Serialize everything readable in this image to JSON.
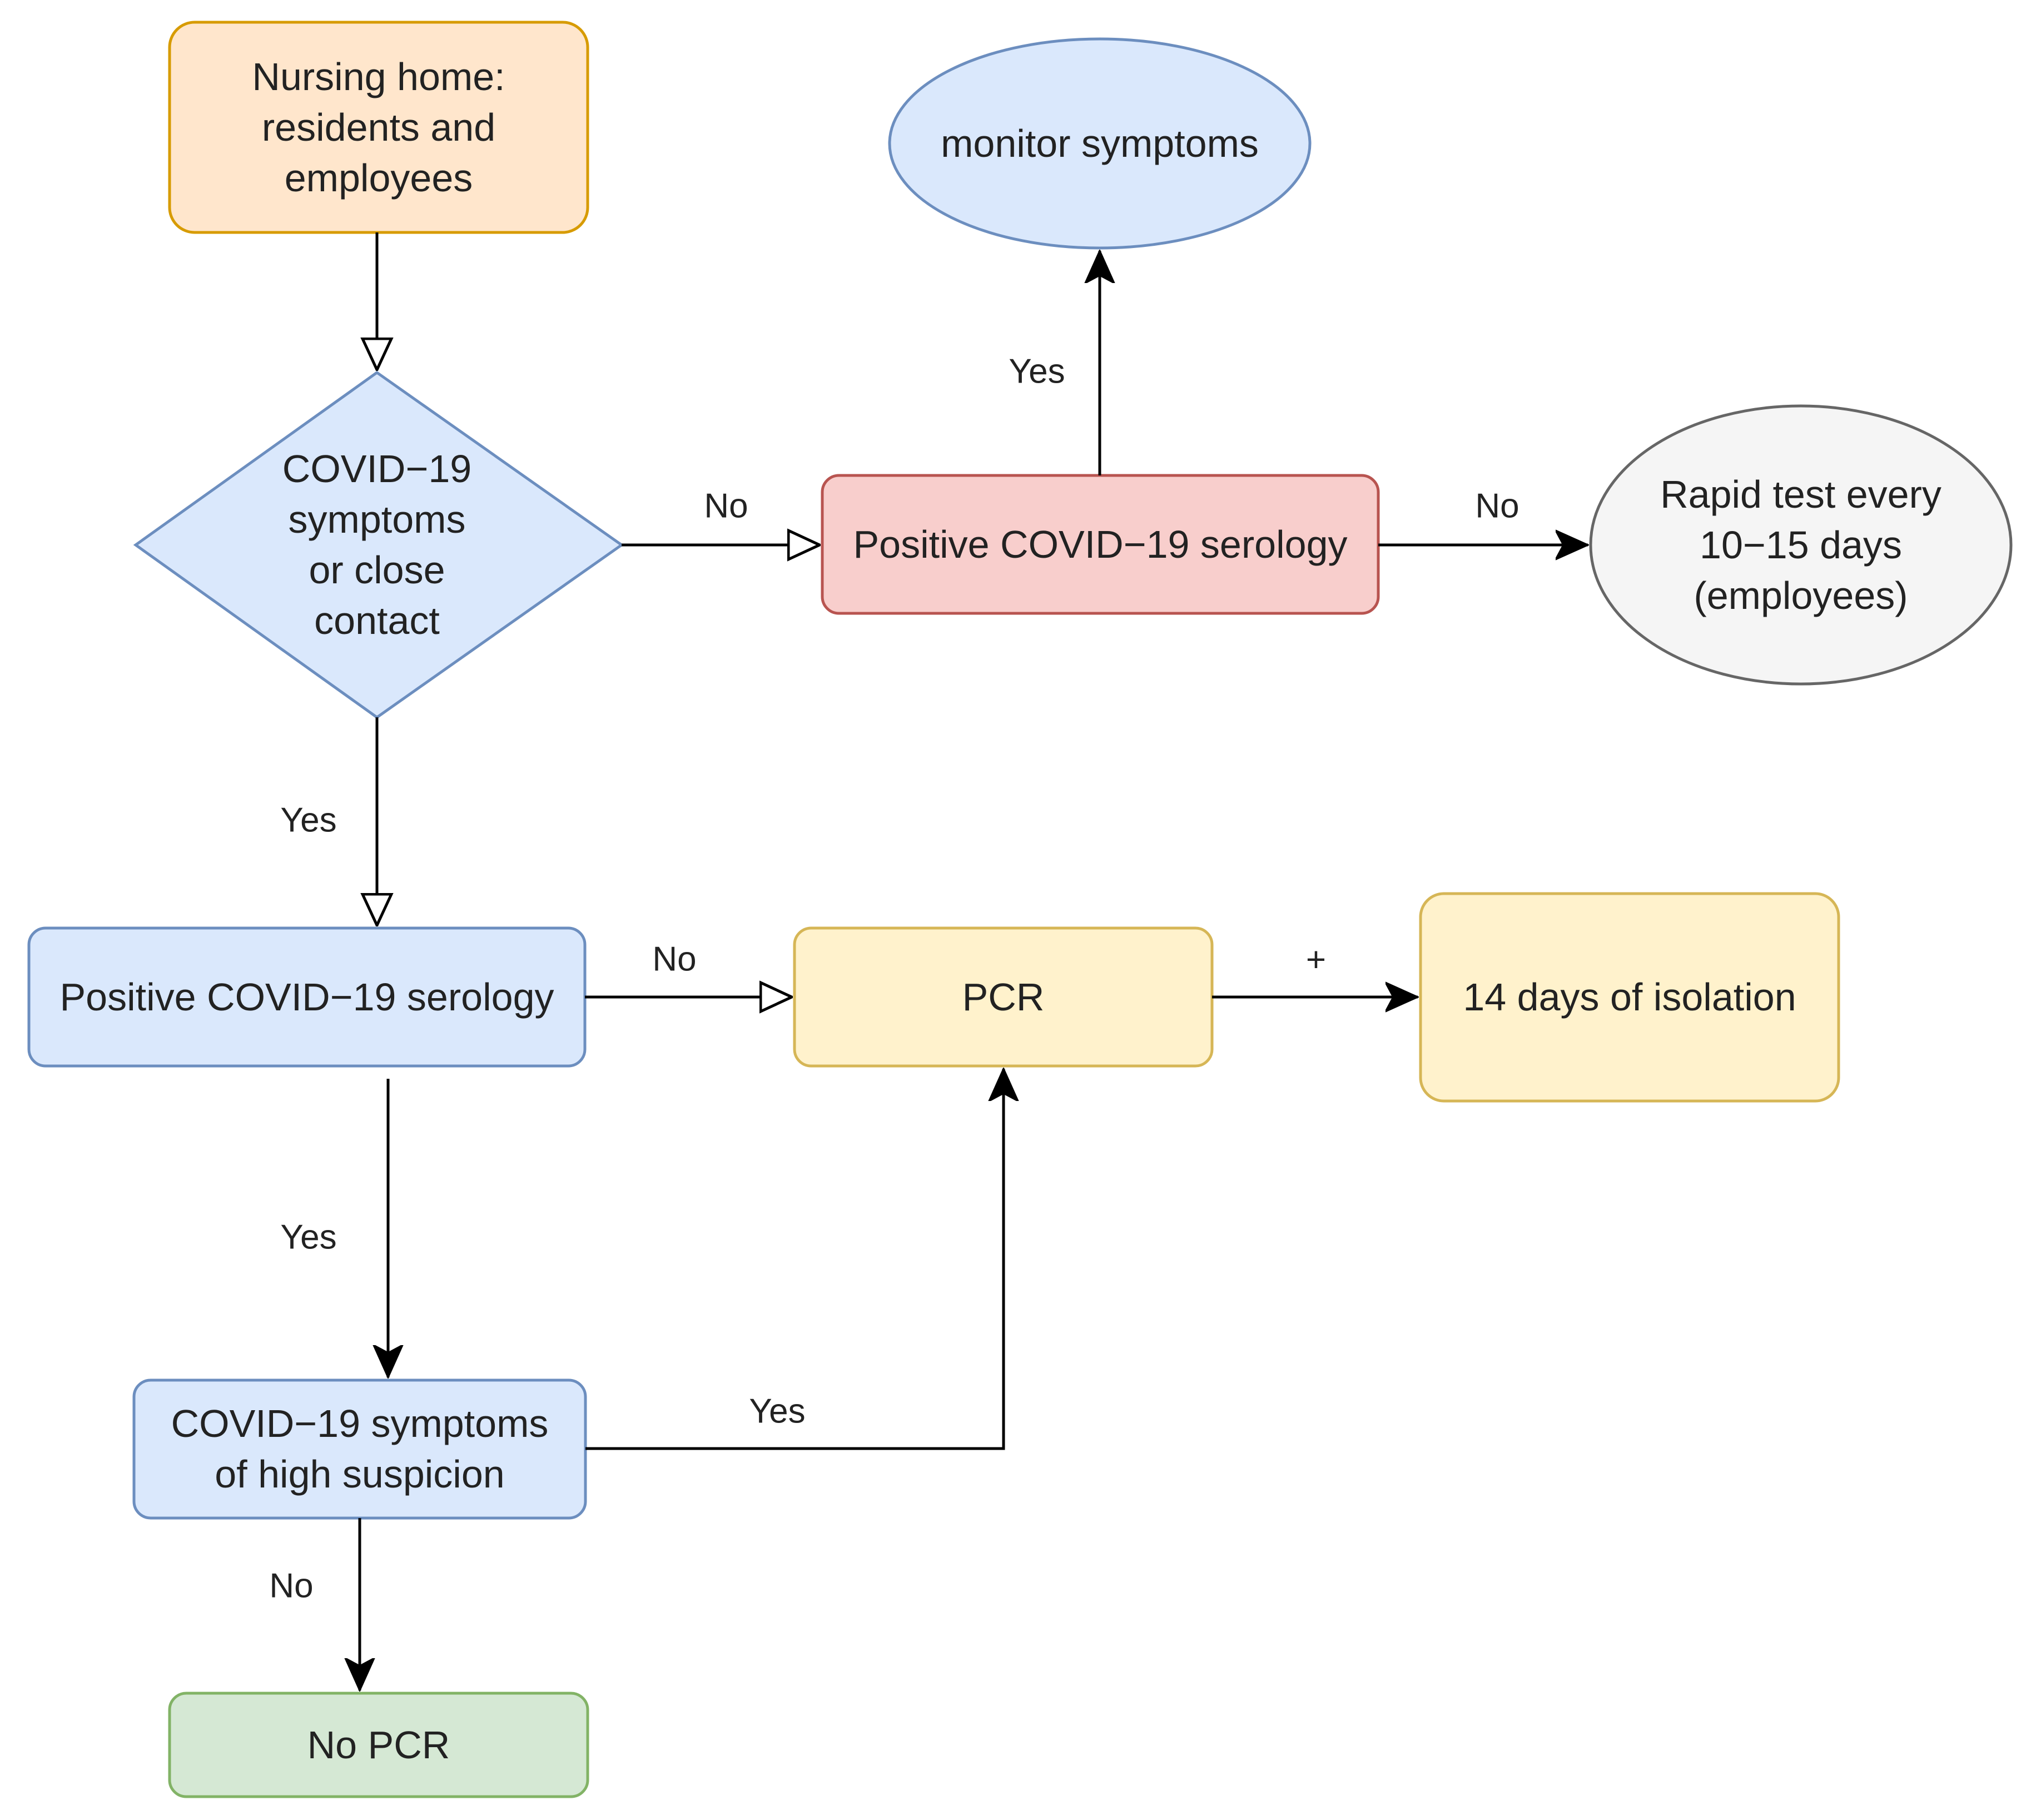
{
  "colors": {
    "orange_fill": "#ffe6cc",
    "orange_stroke": "#d79b00",
    "blue_fill": "#dae8fc",
    "blue_stroke": "#6c8ebf",
    "red_fill": "#f8cecc",
    "red_stroke": "#b85450",
    "gray_fill": "#f5f5f5",
    "gray_stroke": "#666666",
    "yellow_fill": "#fff2cc",
    "yellow_stroke": "#d6b656",
    "green_fill": "#d5e8d4",
    "green_stroke": "#82b366",
    "edge": "#000000"
  },
  "nodes": {
    "start": {
      "label": "Nursing home:\nresidents and\nemployees"
    },
    "decision_symptoms": {
      "label": "COVID−19\nsymptoms\nor close\ncontact"
    },
    "serology_no_symptoms": {
      "label": "Positive COVID−19 serology"
    },
    "monitor": {
      "label": "monitor symptoms"
    },
    "rapid_test": {
      "label": "Rapid test every\n10−15 days\n(employees)"
    },
    "serology_symptoms": {
      "label": "Positive COVID−19 serology"
    },
    "pcr": {
      "label": "PCR"
    },
    "isolation": {
      "label": "14 days of isolation"
    },
    "high_suspicion": {
      "label": "COVID−19 symptoms\nof high suspicion"
    },
    "no_pcr": {
      "label": "No PCR"
    }
  },
  "edges": {
    "decision_no": "No",
    "decision_yes": "Yes",
    "serology1_yes": "Yes",
    "serology1_no": "No",
    "serology2_no": "No",
    "serology2_yes": "Yes",
    "pcr_plus": "+",
    "suspicion_yes": "Yes",
    "suspicion_no": "No"
  }
}
